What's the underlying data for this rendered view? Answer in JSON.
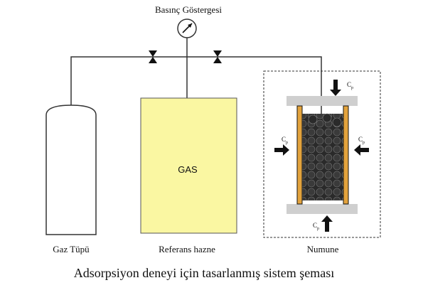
{
  "labels": {
    "gauge": "Basınç Göstergesi",
    "tank": "Gaz Tüpü",
    "reference": "Referans hazne",
    "reference_content": "GAS",
    "sample": "Numune",
    "caption": "Adsorpsiyon deneyi için tasarlanmış sistem şeması"
  },
  "pressure_labels": {
    "top": {
      "main": "C",
      "sub": "p"
    },
    "left": {
      "main": "C",
      "sub": "p"
    },
    "right": {
      "main": "C",
      "sub": "p"
    },
    "bottom": {
      "main": "C",
      "sub": "p"
    }
  },
  "colors": {
    "reference_fill": "#faf7a2",
    "sample_plates": "#cfcfcf",
    "sample_walls": "#e3a33d",
    "particles": "#2a2a2a",
    "lines": "#333333"
  }
}
